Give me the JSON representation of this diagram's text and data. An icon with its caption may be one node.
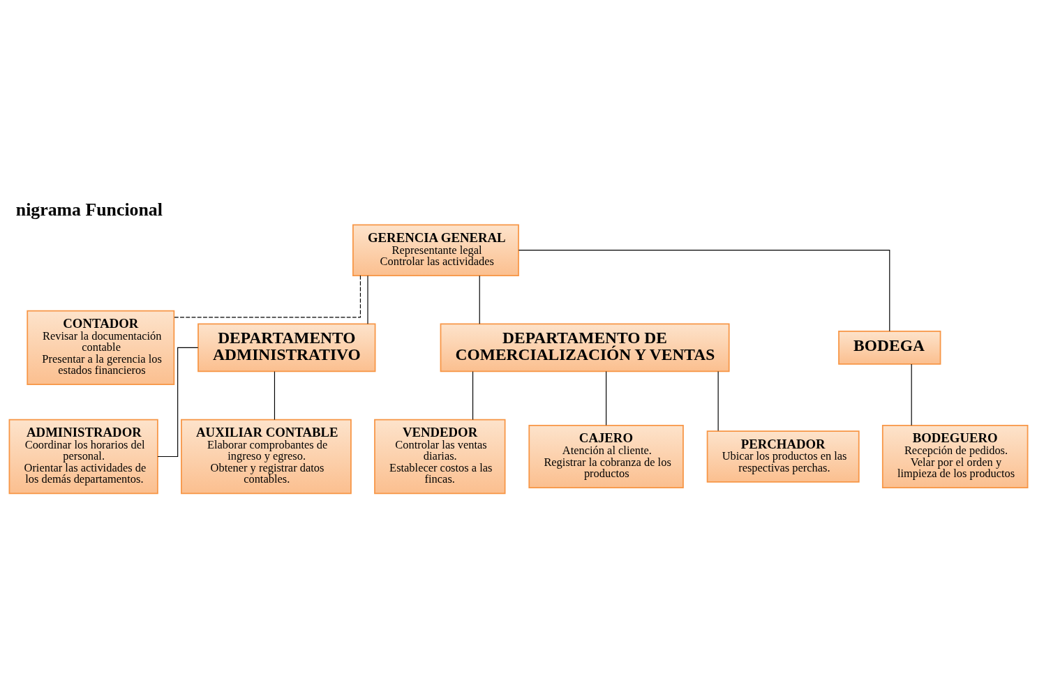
{
  "diagram": {
    "title": "nigrama Funcional",
    "nodes": [
      {
        "text": [
          "GERENCIA GENERAL",
          "Representante legal",
          "Controlar las actividades"
        ]
      },
      {
        "text": [
          "CONTADOR",
          "Revisar la documentación contable",
          "Presentar a la gerencia los estados financieros"
        ]
      },
      {
        "text": [
          "DEPARTAMENTO ADMINISTRATIVO"
        ]
      },
      {
        "text": [
          "DEPARTAMENTO DE COMERCIALIZACIÓN Y VENTAS"
        ]
      },
      {
        "text": [
          "BODEGA"
        ]
      },
      {
        "text": [
          "ADMINISTRADOR",
          "Coordinar los horarios del personal.",
          "Orientar las actividades de los demás departamentos."
        ]
      },
      {
        "text": [
          "AUXILIAR CONTABLE",
          "Elaborar comprobantes de ingreso y egreso.",
          "Obtener y registrar datos contables."
        ]
      },
      {
        "text": [
          "VENDEDOR",
          "Controlar las ventas diarias.",
          "Establecer costos a las fincas."
        ]
      },
      {
        "text": [
          "CAJERO",
          "Atención al cliente.",
          "Registrar la cobranza de los productos"
        ]
      },
      {
        "text": [
          "PERCHADOR",
          "Ubicar los productos en las respectivas perchas."
        ]
      },
      {
        "text": [
          "BODEGUERO",
          "Recepción de pedidos.",
          "Velar por el orden y limpieza de los productos"
        ]
      }
    ],
    "edges": [
      {
        "from": 0,
        "to": 1,
        "arrow": "none",
        "style": "dashed"
      },
      {
        "from": 0,
        "to": 2,
        "arrow": "none"
      },
      {
        "from": 0,
        "to": 3,
        "arrow": "none"
      },
      {
        "from": 0,
        "to": 4,
        "arrow": "none"
      },
      {
        "from": 2,
        "to": 5,
        "arrow": "none"
      },
      {
        "from": 2,
        "to": 6,
        "arrow": "none"
      },
      {
        "from": 3,
        "to": 7,
        "arrow": "none"
      },
      {
        "from": 3,
        "to": 8,
        "arrow": "none"
      },
      {
        "from": 3,
        "to": 9,
        "arrow": "none"
      },
      {
        "from": 4,
        "to": 10,
        "arrow": "none"
      }
    ]
  }
}
